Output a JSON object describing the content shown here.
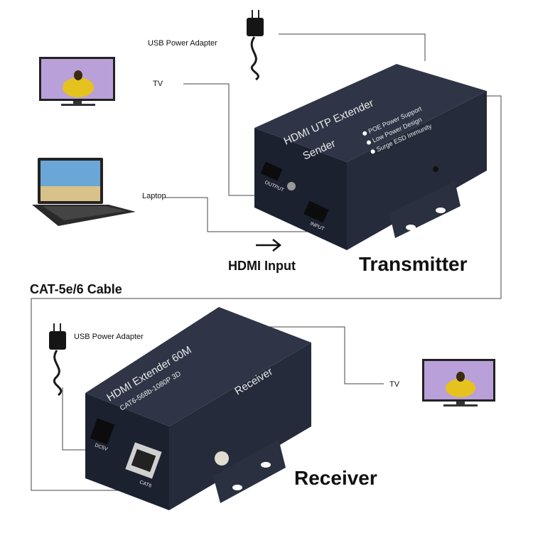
{
  "labels": {
    "usb_adapter_top": "USB Power Adapter",
    "tv_top": "TV",
    "laptop": "Laptop",
    "hdmi_input": "HDMI Input",
    "transmitter": "Transmitter",
    "cable": "CAT-5e/6 Cable",
    "usb_adapter_bottom": "USB Power Adapter",
    "tv_bottom": "TV",
    "receiver": "Receiver"
  },
  "sender_device": {
    "title": "HDMI UTP Extender",
    "subtitle": "Sender",
    "features": [
      "POE Power Support",
      "Low Power Design",
      "Surge ESD Immunity"
    ],
    "port_output": "OUTPUT",
    "port_input": "INPUT"
  },
  "receiver_device": {
    "title": "HDMI Extender 60M",
    "subtitle": "CAT6-568b-1080P 3D",
    "name": "Receiver",
    "port_dc": "DC5V",
    "port_cat": "CAT6"
  },
  "colors": {
    "device_body": "#2a3040",
    "device_side": "#1c2130",
    "connector_line": "#444444"
  }
}
